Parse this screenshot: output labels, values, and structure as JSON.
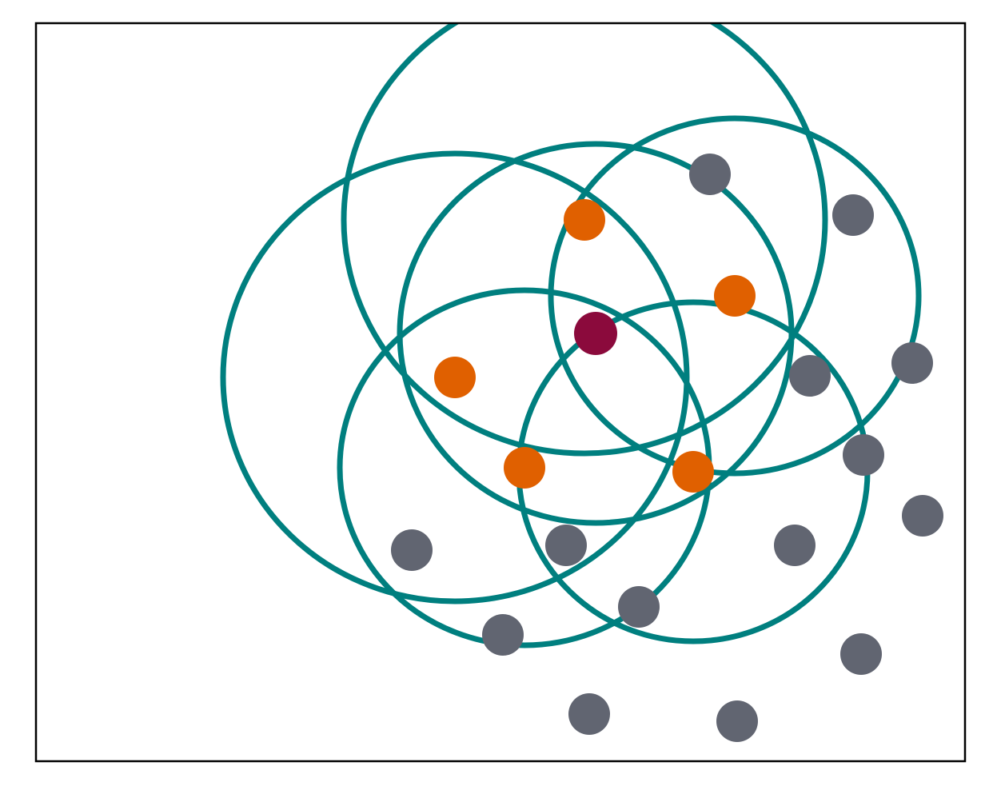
{
  "diagram": {
    "colors": {
      "background": "#ffffff",
      "frame": "#000000",
      "circle": "#007f7f",
      "center_point": "#8b0a3c",
      "neighbor_points": "#e06000",
      "other_points": "#616571"
    },
    "center_point": {
      "id": "center"
    },
    "neighbor_points": [
      {
        "id": "neighbor-1"
      },
      {
        "id": "neighbor-2"
      },
      {
        "id": "neighbor-3"
      },
      {
        "id": "neighbor-4"
      },
      {
        "id": "neighbor-5"
      }
    ],
    "other_points": [
      {
        "id": "other-1"
      },
      {
        "id": "other-2"
      },
      {
        "id": "other-3"
      },
      {
        "id": "other-4"
      },
      {
        "id": "other-5"
      },
      {
        "id": "other-6"
      },
      {
        "id": "other-7"
      },
      {
        "id": "other-8"
      },
      {
        "id": "other-9"
      },
      {
        "id": "other-10"
      },
      {
        "id": "other-11"
      },
      {
        "id": "other-12"
      },
      {
        "id": "other-13"
      },
      {
        "id": "other-14"
      },
      {
        "id": "other-15"
      }
    ],
    "circles": [
      {
        "id": "circle-center"
      },
      {
        "id": "circle-1"
      },
      {
        "id": "circle-2"
      },
      {
        "id": "circle-3"
      },
      {
        "id": "circle-4"
      },
      {
        "id": "circle-5"
      }
    ]
  }
}
